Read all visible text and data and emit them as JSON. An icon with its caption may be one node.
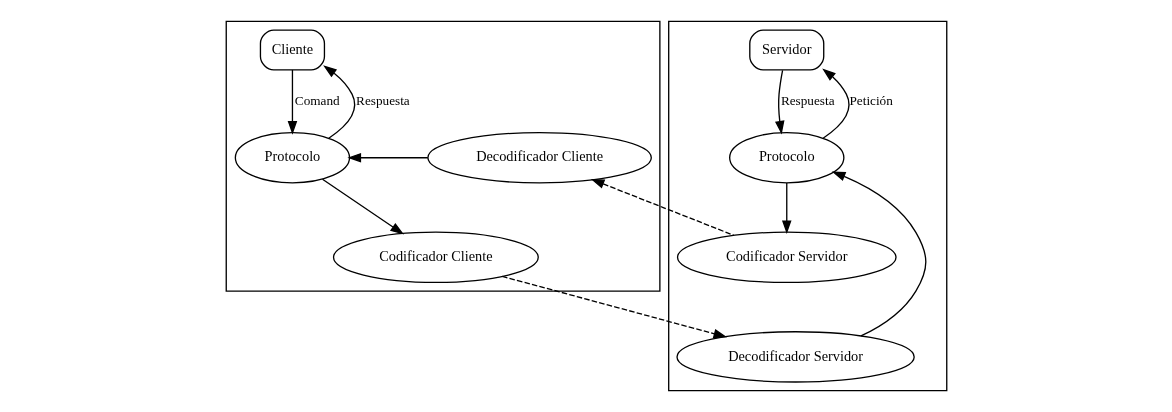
{
  "diagram": {
    "nodes": [
      {
        "text": [],
        "shape": "box"
      },
      {
        "text": [
          "Cliente"
        ],
        "in": 0
      },
      {
        "text": [
          "Protocolo"
        ],
        "in": 0
      },
      {
        "text": [
          "Codificador Cliente"
        ],
        "in": 0
      },
      {
        "text": [
          "Decodificador Cliente"
        ],
        "in": 0
      },
      {
        "text": [],
        "shape": "box"
      },
      {
        "text": [
          "Servidor"
        ],
        "in": 5
      },
      {
        "text": [
          "Protocolo"
        ],
        "in": 5
      },
      {
        "text": [
          "Decodificador Servidor"
        ],
        "in": 5
      },
      {
        "text": [
          "Codificador Servidor"
        ],
        "in": 5
      }
    ],
    "edges": [
      {
        "from": 1,
        "to": 2,
        "arrow": "to",
        "label": "Comand"
      },
      {
        "from": 2,
        "to": 1,
        "arrow": "to",
        "label": "Respuesta"
      },
      {
        "from": 2,
        "to": 3,
        "arrow": "to"
      },
      {
        "from": 3,
        "to": 8,
        "arrow": "to",
        "style": "dashed"
      },
      {
        "from": 8,
        "to": 7,
        "arrow": "to"
      },
      {
        "from": 7,
        "to": 6,
        "arrow": "to",
        "label": "Petición"
      },
      {
        "from": 6,
        "to": 7,
        "arrow": "to",
        "label": "Respuesta"
      },
      {
        "from": 7,
        "to": 9,
        "arrow": "to"
      },
      {
        "from": 9,
        "to": 4,
        "arrow": "to",
        "style": "dashed"
      },
      {
        "from": 4,
        "to": 2,
        "arrow": "to"
      }
    ]
  }
}
